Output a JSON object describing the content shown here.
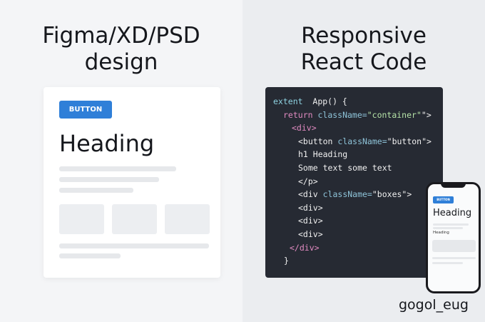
{
  "left": {
    "title_lines": [
      "Figma/XD/PSD",
      "design"
    ],
    "mock": {
      "button": "BUTTON",
      "heading": "Heading"
    }
  },
  "right": {
    "title_lines": [
      "Responsive",
      "React Code"
    ],
    "code": [
      [
        [
          "ex",
          "extent  "
        ],
        [
          "",
          "App() {"
        ]
      ],
      [
        [
          "kw",
          "return "
        ],
        [
          "at",
          "className="
        ],
        [
          "st",
          "\"container\""
        ],
        [
          "",
          "\">"
        ]
      ],
      [
        [
          "kw",
          "<div>"
        ]
      ],
      [
        [
          "",
          "<button "
        ],
        [
          "at",
          "className="
        ],
        [
          "",
          "\"button\">"
        ]
      ],
      [
        [
          "",
          "h1 Heading"
        ]
      ],
      [
        [
          "",
          "Some text some text"
        ]
      ],
      [
        [
          "",
          "</p>"
        ]
      ],
      [
        [
          "",
          "<div "
        ],
        [
          "at",
          "className="
        ],
        [
          "",
          "\"boxes\">"
        ]
      ],
      [
        [
          "",
          "<div>"
        ]
      ],
      [
        [
          "",
          "<div>"
        ]
      ],
      [
        [
          "",
          "<div>"
        ]
      ],
      [
        [
          "kw",
          "</div>"
        ]
      ],
      [
        [
          "",
          "}"
        ]
      ]
    ],
    "phone": {
      "button": "BUTTON",
      "heading": "Heading",
      "subheading": "Heading"
    }
  },
  "signature": "gogol_eug",
  "colors": {
    "button": "#2f7fd8",
    "code_bg": "#262a33"
  }
}
